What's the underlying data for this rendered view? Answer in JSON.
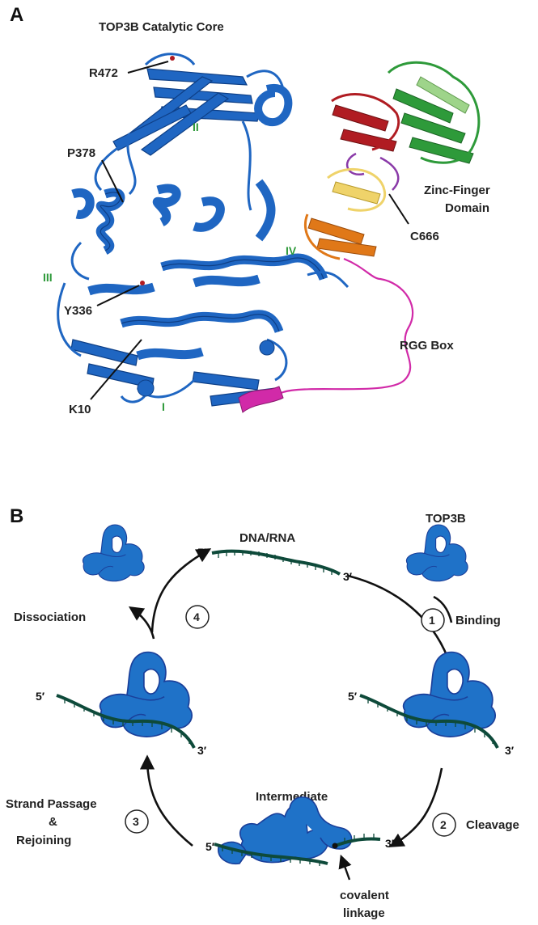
{
  "panel_a": {
    "letter": "A",
    "title": "TOP3B Catalytic Core",
    "residues": [
      "R472",
      "P378",
      "Y336",
      "K10",
      "C666"
    ],
    "domains": [
      "I",
      "II",
      "III",
      "IV"
    ],
    "zinc_finger_line1": "Zinc-Finger",
    "zinc_finger_line2": "Domain",
    "rgg_box": "RGG Box",
    "colors": {
      "core": "#1f66c2",
      "green": "#2e9a3a",
      "red": "#b01c22",
      "yellow": "#efd36a",
      "orange": "#e07818",
      "purple": "#8a3aa8",
      "magenta": "#d12aa8",
      "light_green": "#9ed48a"
    }
  },
  "panel_b": {
    "letter": "B",
    "nucleic_acid": "DNA/RNA",
    "enzyme": "TOP3B",
    "five_prime": "5′",
    "three_prime": "3′",
    "steps": [
      {
        "num": "1",
        "label": "Binding"
      },
      {
        "num": "2",
        "label": "Cleavage"
      },
      {
        "num": "3",
        "label_line1": "Strand Passage",
        "label_line2": "&",
        "label_line3": "Rejoining"
      },
      {
        "num": "4",
        "label": "Dissociation"
      }
    ],
    "intermediate": "Intermediate",
    "covalent_line1": "covalent",
    "covalent_line2": "linkage",
    "colors": {
      "protein": "#1f72c8",
      "protein_edge": "#1a3f9a",
      "strand": "#0e4a3a"
    }
  }
}
